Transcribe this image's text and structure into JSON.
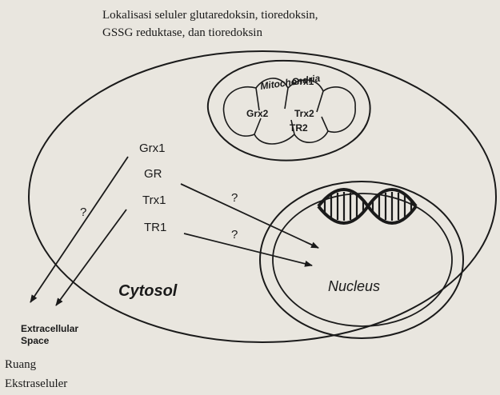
{
  "caption": {
    "line1": "Lokalisasi seluler glutaredoksin, tioredoksin,",
    "line2": "GSSG reduktase, dan tioredoksin"
  },
  "diagram": {
    "mitochondria_label": "Mitochondria",
    "mito_proteins": [
      "Grx1",
      "Grx2",
      "Trx2",
      "TR2"
    ],
    "cytosol_proteins": [
      "Grx1",
      "GR",
      "Trx1",
      "TR1"
    ],
    "cytosol_label": "Cytosol",
    "nucleus_label": "Nucleus",
    "question_mark": "?",
    "extracellular_line1": "Extracellular",
    "extracellular_line2": "Space"
  },
  "footer": {
    "line1": "Ruang",
    "line2": "Ekstraseluler"
  }
}
